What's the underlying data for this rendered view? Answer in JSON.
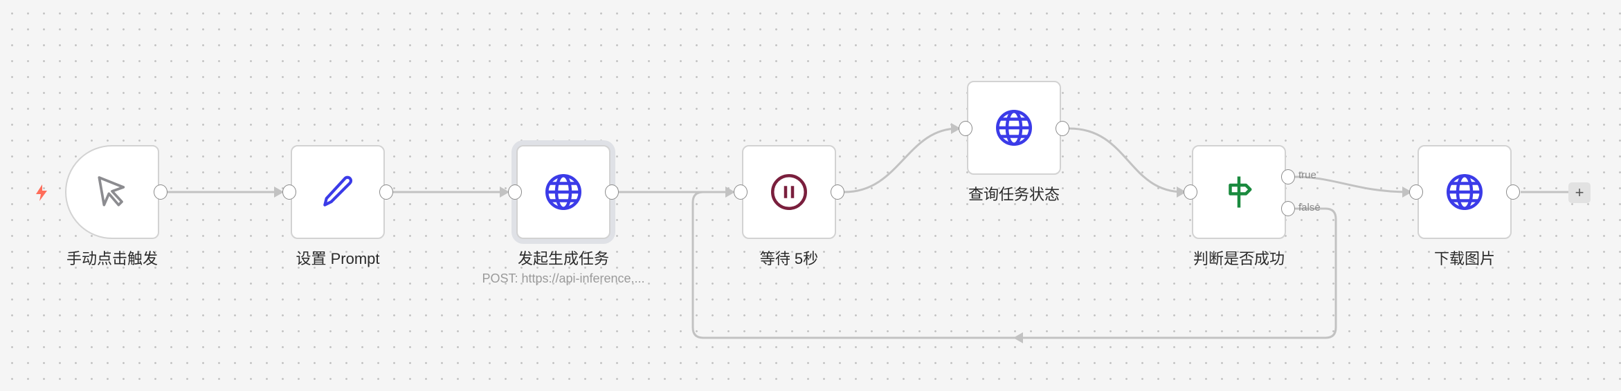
{
  "nodes": [
    {
      "label": "手动点击触发",
      "icon": "cursor-icon"
    },
    {
      "label": "设置 Prompt",
      "icon": "pencil-icon"
    },
    {
      "label": "发起生成任务",
      "icon": "globe-icon",
      "subtitle": "POST: https://api-inference...."
    },
    {
      "label": "等待 5秒",
      "icon": "pause-icon"
    },
    {
      "label": "查询任务状态",
      "icon": "globe-icon"
    },
    {
      "label": "判断是否成功",
      "icon": "signpost-icon",
      "outputs": [
        "true",
        "false"
      ]
    },
    {
      "label": "下载图片",
      "icon": "globe-icon"
    }
  ],
  "add_button": "+",
  "colors": {
    "trigger": "#ff6d5a",
    "globe": "#3b3be8",
    "pause": "#7a1f3d",
    "signpost": "#1a8a3e",
    "edge": "#c0c0c0"
  }
}
